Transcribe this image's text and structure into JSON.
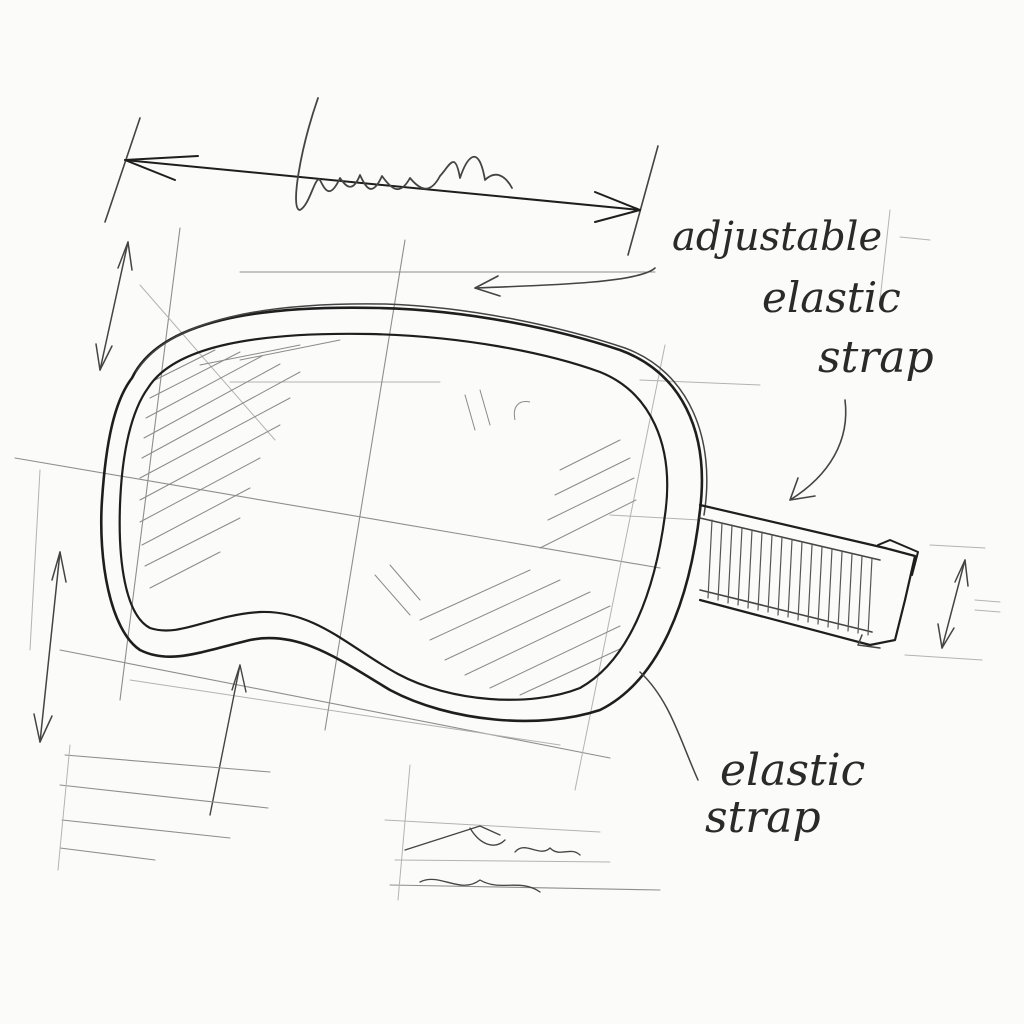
{
  "labels": {
    "strap_top_line1": "adjustable",
    "strap_top_line2": "elastic",
    "strap_top_line3": "strap",
    "strap_bottom_line1": "elastic",
    "strap_bottom_line2": "strap"
  },
  "colors": {
    "paper": "#fbfbfa",
    "ink": "#1e1e1e",
    "pencil": "#8e8e8e"
  }
}
